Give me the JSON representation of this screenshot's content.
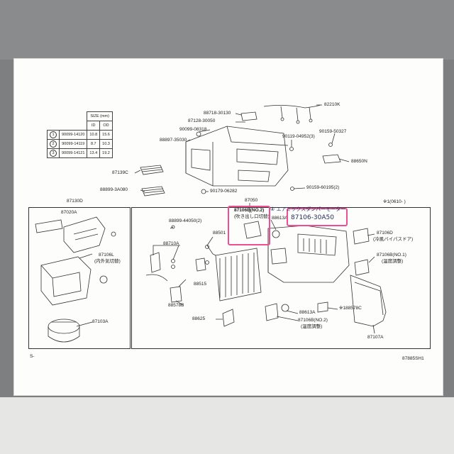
{
  "size_table": {
    "header": "SIZE (mm)",
    "col_id": "ID",
    "col_od": "OD",
    "rows": [
      {
        "num": "1",
        "part": "90099-14120",
        "id": "10.8",
        "od": "15.6"
      },
      {
        "num": "2",
        "part": "90099-14119",
        "id": "8.7",
        "od": "10.3"
      },
      {
        "num": "3",
        "part": "90099-14121",
        "id": "13.4",
        "od": "19.2"
      }
    ]
  },
  "labels": {
    "p88718": "88718-30130",
    "p87128": "87128-30050",
    "p90099": "90099-08318",
    "p88897": "88897-35030",
    "p82210": "82210K",
    "p90119": "90119-04952(3)",
    "p90159a": "90159-50327",
    "p88650": "88650N",
    "p87139": "87139C",
    "p88899a": "88899-3A080",
    "p90179": "90179-06282",
    "p90159b": "90159-60195(2)",
    "p87130": "87130D",
    "p87050": "87050",
    "ref_note": "※1(0610-   )",
    "p87020": "87020A",
    "p87106L": "87106L",
    "p87106L_note": "(内外気切替)",
    "p87103": "87103A",
    "p88899b": "88899-44050(2)",
    "p88710": "88710A",
    "p88501": "88501",
    "p88515": "88515",
    "p88578": "88578B",
    "p88625": "88625",
    "p87106B_top": "87106B(NO.2)",
    "p87106B_top_note": "(吹き出し口切替)",
    "p88613_top": "88613A",
    "p87106D": "87106D",
    "p87106D_note": "(冷風バイパスドア)",
    "p87106B_right": "87106B(NO.1)",
    "p87106B_right_note": "(温度調整)",
    "p88613_bottom": "88613A",
    "p87106B_bottom": "87106B(NO.2)",
    "p87106B_bottom_note": "(温度調整)",
    "p88578C": "※188578C",
    "p87107": "87107A",
    "footer_left": "S-",
    "footer_right": "87885SH1"
  },
  "annotation": {
    "handwritten_1": "④ エアミックスダンパーモーター",
    "handwritten_2": "87106-30A50"
  },
  "colors": {
    "highlight": "#ec4f95",
    "handwriting": "#1c2b58"
  }
}
